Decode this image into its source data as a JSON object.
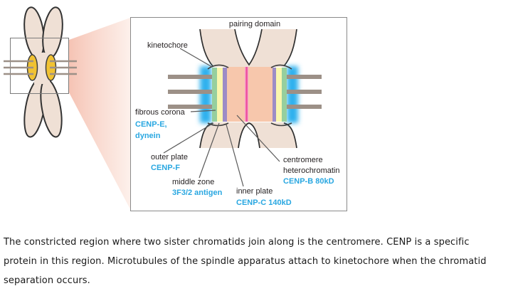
{
  "figure": {
    "overview": {
      "description_name": "metaphase chromosome with boxed centromere region",
      "parts": [
        "sister-chromatid-arms",
        "kinetochore (gold)",
        "spindle microtubules",
        "zoom-box",
        "zoom-cone"
      ]
    },
    "diagram": {
      "labels": {
        "pairing_domain": "pairing domain",
        "kinetochore": "kinetochore",
        "fibrous_corona": "fibrous corona",
        "fibrous_corona_protein_1": "CENP-E,",
        "fibrous_corona_protein_2": "dynein",
        "outer_plate": "outer plate",
        "outer_plate_protein": "CENP-F",
        "middle_zone": "middle zone",
        "middle_zone_protein": "3F3/2 antigen",
        "inner_plate": "inner plate",
        "inner_plate_protein": "CENP-C 140kD",
        "centromere_heterochromatin_1": "centromere",
        "centromere_heterochromatin_2": "heterochromatin",
        "centromere_heterochromatin_protein": "CENP-B 80kD"
      },
      "microtubules_per_side": 3,
      "colors": {
        "protein_label_cyan": "#29a7e1",
        "label_black": "#231f20",
        "chromatid_beige": "#efe0d5",
        "centromere_heterochromatin_salmon": "#f7c7ac",
        "middle_pink_line": "#ee4f9d",
        "outer_plate_green": "#96cf9e",
        "outer_plate_yellow": "#faf6ae",
        "inner_plate_purple": "#9c8cc6",
        "fibrous_corona_blue": "#2fb1ee",
        "microtubule_brown": "#9c9087",
        "kinetochore_gold": "#f1c232",
        "zoom_cone_pink": "#f5c0b0"
      }
    }
  },
  "caption": {
    "lines": [
      "The constricted region where two sister chromatids join along is the centromere. CENP is a specific",
      "protein in this region. Microtubules of the spindle apparatus attach to kinetochore when the chromatid",
      "separation occurs."
    ]
  }
}
